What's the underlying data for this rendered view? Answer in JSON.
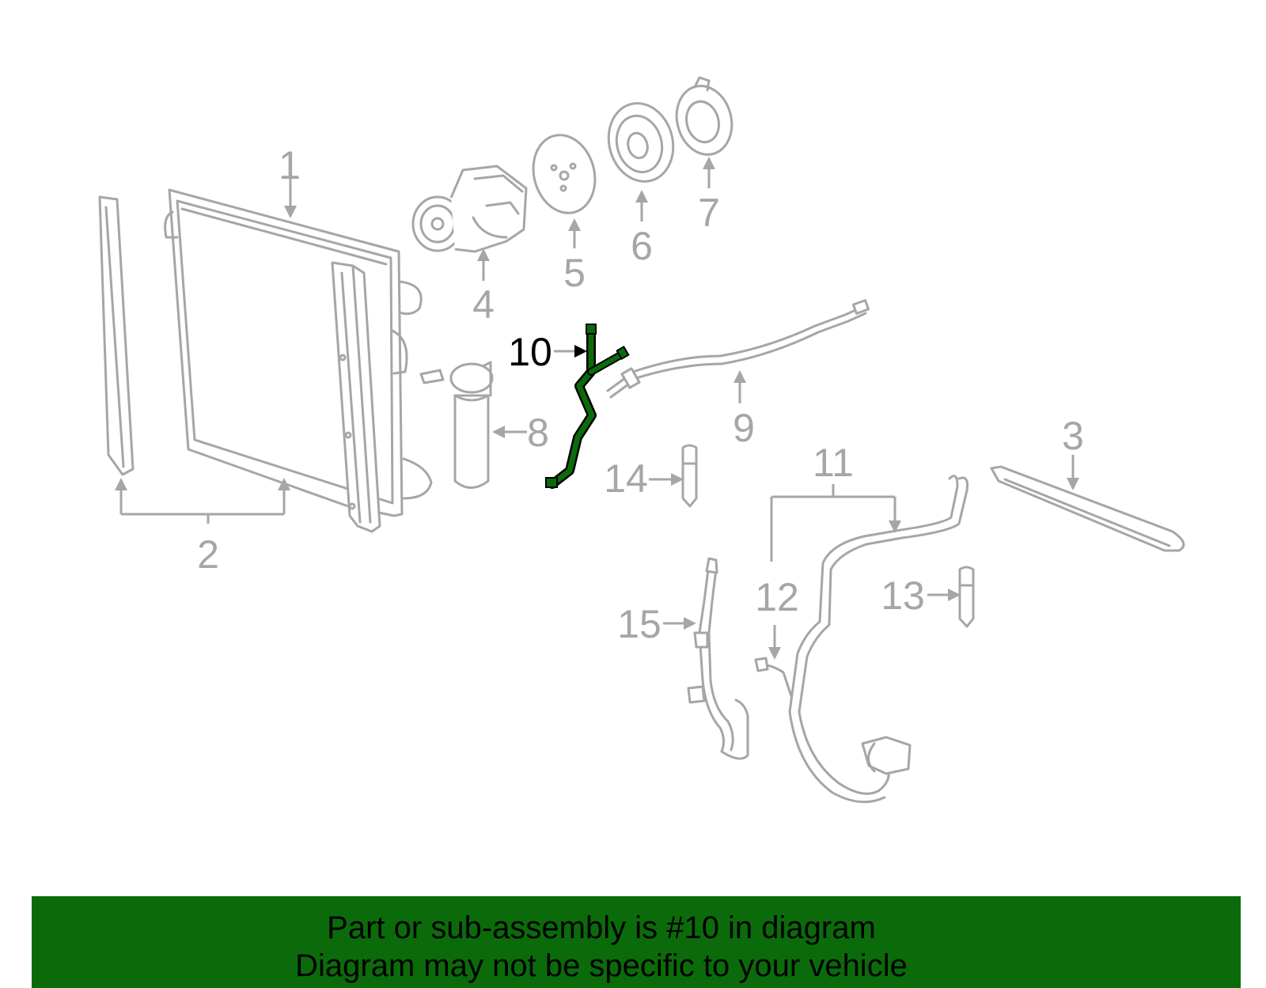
{
  "callouts": {
    "c1": "1",
    "c2": "2",
    "c3": "3",
    "c4": "4",
    "c5": "5",
    "c6": "6",
    "c7": "7",
    "c8": "8",
    "c9": "9",
    "c10": "10",
    "c11": "11",
    "c12": "12",
    "c13": "13",
    "c14": "14",
    "c15": "15"
  },
  "highlighted_part": "10",
  "colors": {
    "highlight": "#0b6b0b",
    "line": "#a6a6a6",
    "banner": "#0b6b0b"
  },
  "banner": {
    "line1": "Part or sub-assembly is #10 in diagram",
    "line2": "Diagram may not be specific to your vehicle"
  }
}
